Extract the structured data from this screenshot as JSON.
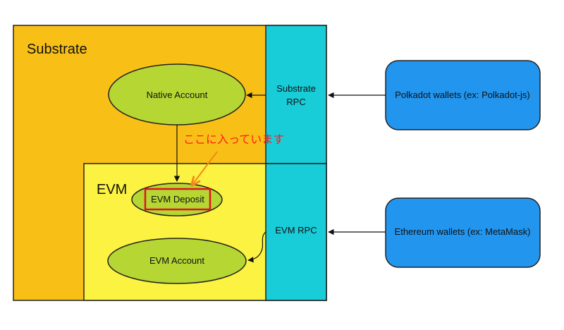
{
  "substrate": {
    "title": "Substrate",
    "fill": "#f8c017"
  },
  "evm": {
    "title": "EVM",
    "fill": "#fcf241"
  },
  "rpc": {
    "fill": "#18ccd8",
    "substrate_line1": "Substrate",
    "substrate_line2": "RPC",
    "evm_label": "EVM RPC"
  },
  "nodes": {
    "native_account": "Native Account",
    "evm_deposit": "EVM Deposit",
    "evm_account": "EVM Account",
    "node_fill": "#b6d633"
  },
  "wallets": {
    "polkadot": "Polkadot wallets (ex: Polkadot-js)",
    "ethereum": "Ethereum wallets (ex: MetaMask)",
    "fill": "#2295ee"
  },
  "annotation": {
    "text": "ここに入っています",
    "color": "#ff1a1a"
  }
}
